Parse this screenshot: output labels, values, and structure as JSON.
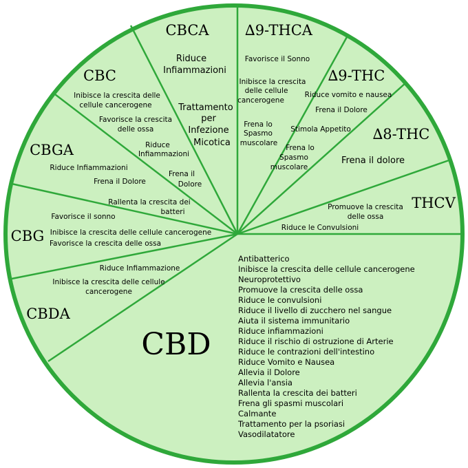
{
  "colors": {
    "fill": "#ccf0c0",
    "stroke": "#2fa83a",
    "text": "#000000"
  },
  "segments": {
    "cbca": {
      "name": "CBCA",
      "effects": [
        "Riduce",
        "Infiammazioni",
        "Trattamento",
        "per",
        "Infezione",
        "Micotica"
      ]
    },
    "thca": {
      "name": "∆9-THCA",
      "effects": [
        "Favorisce il Sonno",
        "Inibisce la crescita",
        "delle cellule",
        "cancerogene",
        "Frena lo",
        "Spasmo",
        "muscolare"
      ]
    },
    "thc9": {
      "name": "∆9-THC",
      "effects": [
        "Riduce vomito e nausea",
        "Frena il Dolore",
        "Stimola Appetito",
        "Frena lo",
        "Spasmo",
        "muscolare"
      ]
    },
    "thc8": {
      "name": "∆8-THC",
      "effects": [
        "Frena il dolore"
      ]
    },
    "thcv": {
      "name": "THCV",
      "effects": [
        "Promuove la crescita",
        "delle ossa",
        "Riduce le Convulsioni"
      ]
    },
    "cbc": {
      "name": "CBC",
      "effects": [
        "Inibisce la crescita delle",
        "cellule cancerogene",
        "Favorisce la crescita",
        "delle ossa",
        "Riduce",
        "Infiammazioni",
        "Frena il",
        "Dolore"
      ]
    },
    "cbga": {
      "name": "CBGA",
      "effects": [
        "Riduce Infiammazioni",
        "Frena il Dolore",
        "Rallenta la crescita dei",
        "batteri"
      ]
    },
    "cbg": {
      "name": "CBG",
      "effects": [
        "Favorisce il sonno",
        "Inibisce la crescita delle cellule cancerogene",
        "Favorisce la crescita delle ossa"
      ]
    },
    "cbda": {
      "name": "CBDA",
      "effects": [
        "Riduce Infiammazione",
        "Inibisce la crescita delle cellule",
        "cancerogene"
      ]
    },
    "cbd": {
      "name": "CBD",
      "effects": [
        "Antibatterico",
        "Inibisce la crescita delle cellule cancerogene",
        "Neuroprotettivo",
        "Promuove la crescita delle ossa",
        "Riduce le convulsioni",
        "Riduce il livello di zucchero nel sangue",
        "Aiuta il sistema immunitario",
        "Riduce infiammazioni",
        "Riduce il rischio di ostruzione di Arterie",
        "Riduce le contrazioni dell'intestino",
        "Riduce Vomito e Nausea",
        "Allevia il Dolore",
        "Allevia l'ansia",
        "Rallenta la crescita dei batteri",
        "Frena gli spasmi muscolari",
        "Calmante",
        "Trattamento per la psoriasi",
        "Vasodilatatore"
      ]
    }
  }
}
